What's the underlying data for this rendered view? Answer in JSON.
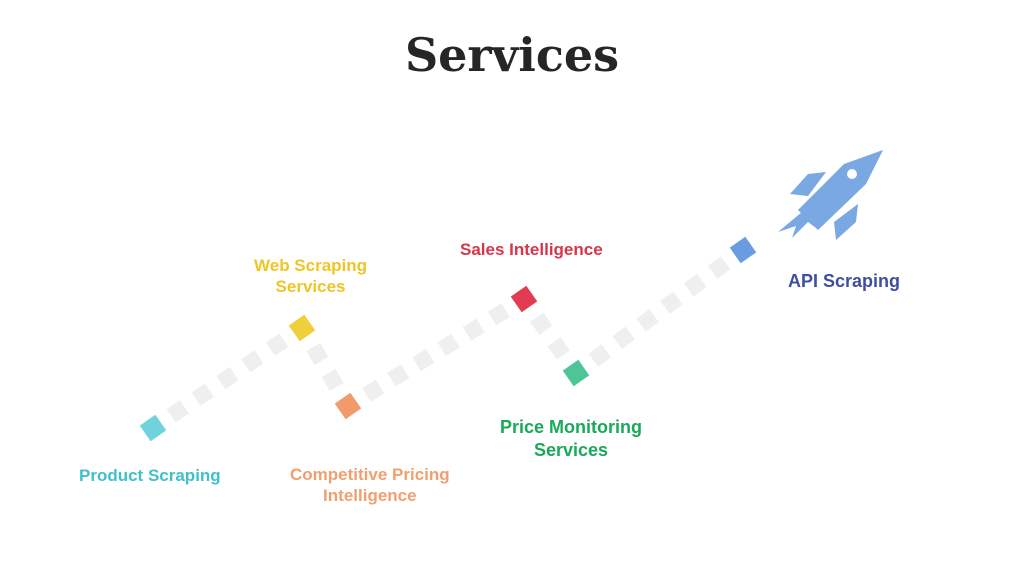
{
  "title": "Services",
  "colors": {
    "path": "#efefef",
    "product": "#6fd3de",
    "web": "#f0cf3c",
    "competitive": "#f39a6b",
    "sales": "#e23c53",
    "price": "#4ec597",
    "api": "#6a9de0",
    "rocket": "#7aa8e2"
  },
  "services": [
    {
      "id": "product",
      "lines": [
        "Product Scraping"
      ],
      "label_color": "#3fc0cc"
    },
    {
      "id": "web",
      "lines": [
        "Web Scraping",
        "Services"
      ],
      "label_color": "#efc526"
    },
    {
      "id": "competitive",
      "lines": [
        "Competitive Pricing",
        "Intelligence"
      ],
      "label_color": "#f0a070"
    },
    {
      "id": "sales",
      "lines": [
        "Sales Intelligence"
      ],
      "label_color": "#d8354a"
    },
    {
      "id": "price",
      "lines": [
        "Price Monitoring",
        "Services"
      ],
      "label_color": "#1aa85b"
    },
    {
      "id": "api",
      "lines": [
        "API Scraping"
      ],
      "label_color": "#3c4fa0"
    }
  ],
  "icons": {
    "rocket": "rocket-icon"
  }
}
